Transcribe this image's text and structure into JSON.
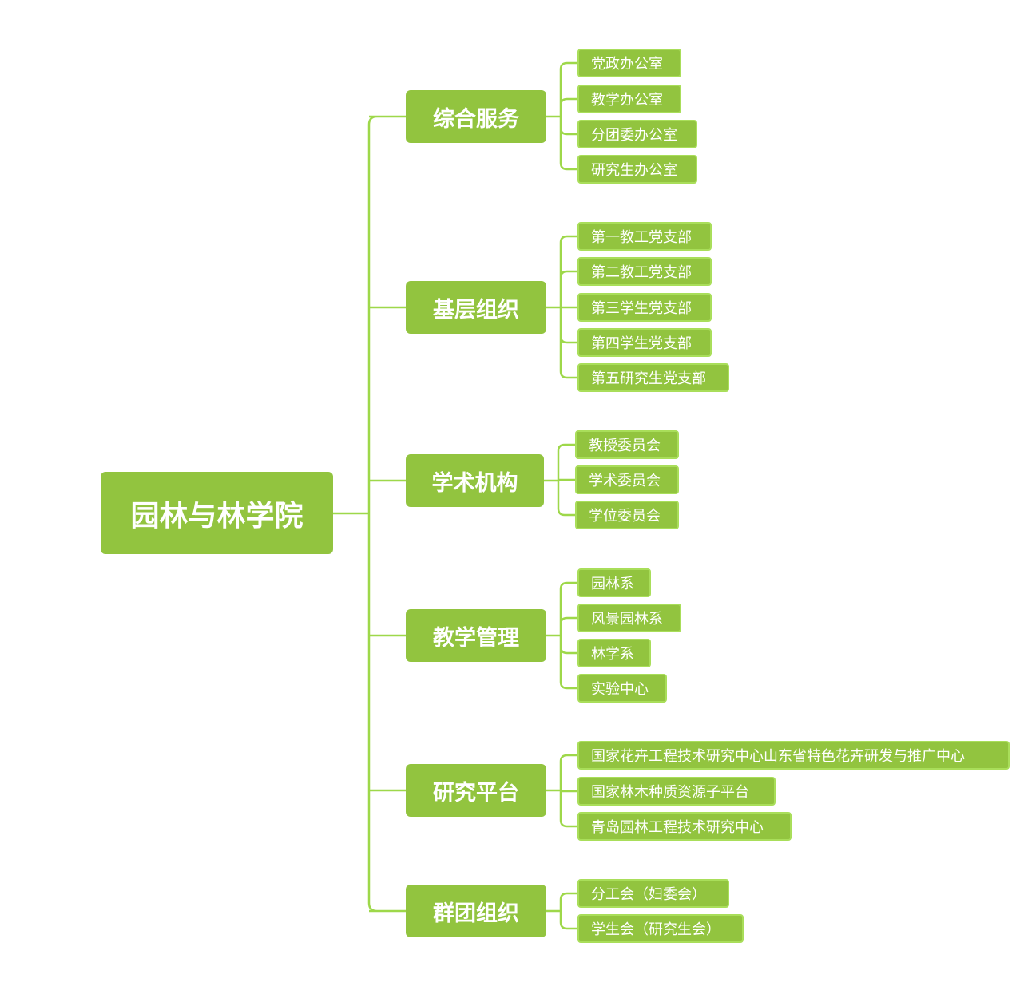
{
  "root": "园林与林学院",
  "colors": {
    "node": "#92c43f",
    "line": "#9ed84a",
    "leaf_border": "#a9de5a"
  },
  "groups": [
    {
      "label": "综合服务",
      "children": [
        "党政办公室",
        "教学办公室",
        "分团委办公室",
        "研究生办公室"
      ]
    },
    {
      "label": "基层组织",
      "children": [
        "第一教工党支部",
        "第二教工党支部",
        "第三学生党支部",
        "第四学生党支部",
        "第五研究生党支部"
      ]
    },
    {
      "label": "学术机构",
      "children": [
        "教授委员会",
        "学术委员会",
        "学位委员会"
      ]
    },
    {
      "label": "教学管理",
      "children": [
        "园林系",
        "风景园林系",
        "林学系",
        "实验中心"
      ]
    },
    {
      "label": "研究平台",
      "children": [
        "国家花卉工程技术研究中心山东省特色花卉研发与推广中心",
        "国家林木种质资源子平台",
        "青岛园林工程技术研究中心"
      ]
    },
    {
      "label": "群团组织",
      "children": [
        "分工会（妇委会）",
        "学生会（研究生会）"
      ]
    }
  ]
}
